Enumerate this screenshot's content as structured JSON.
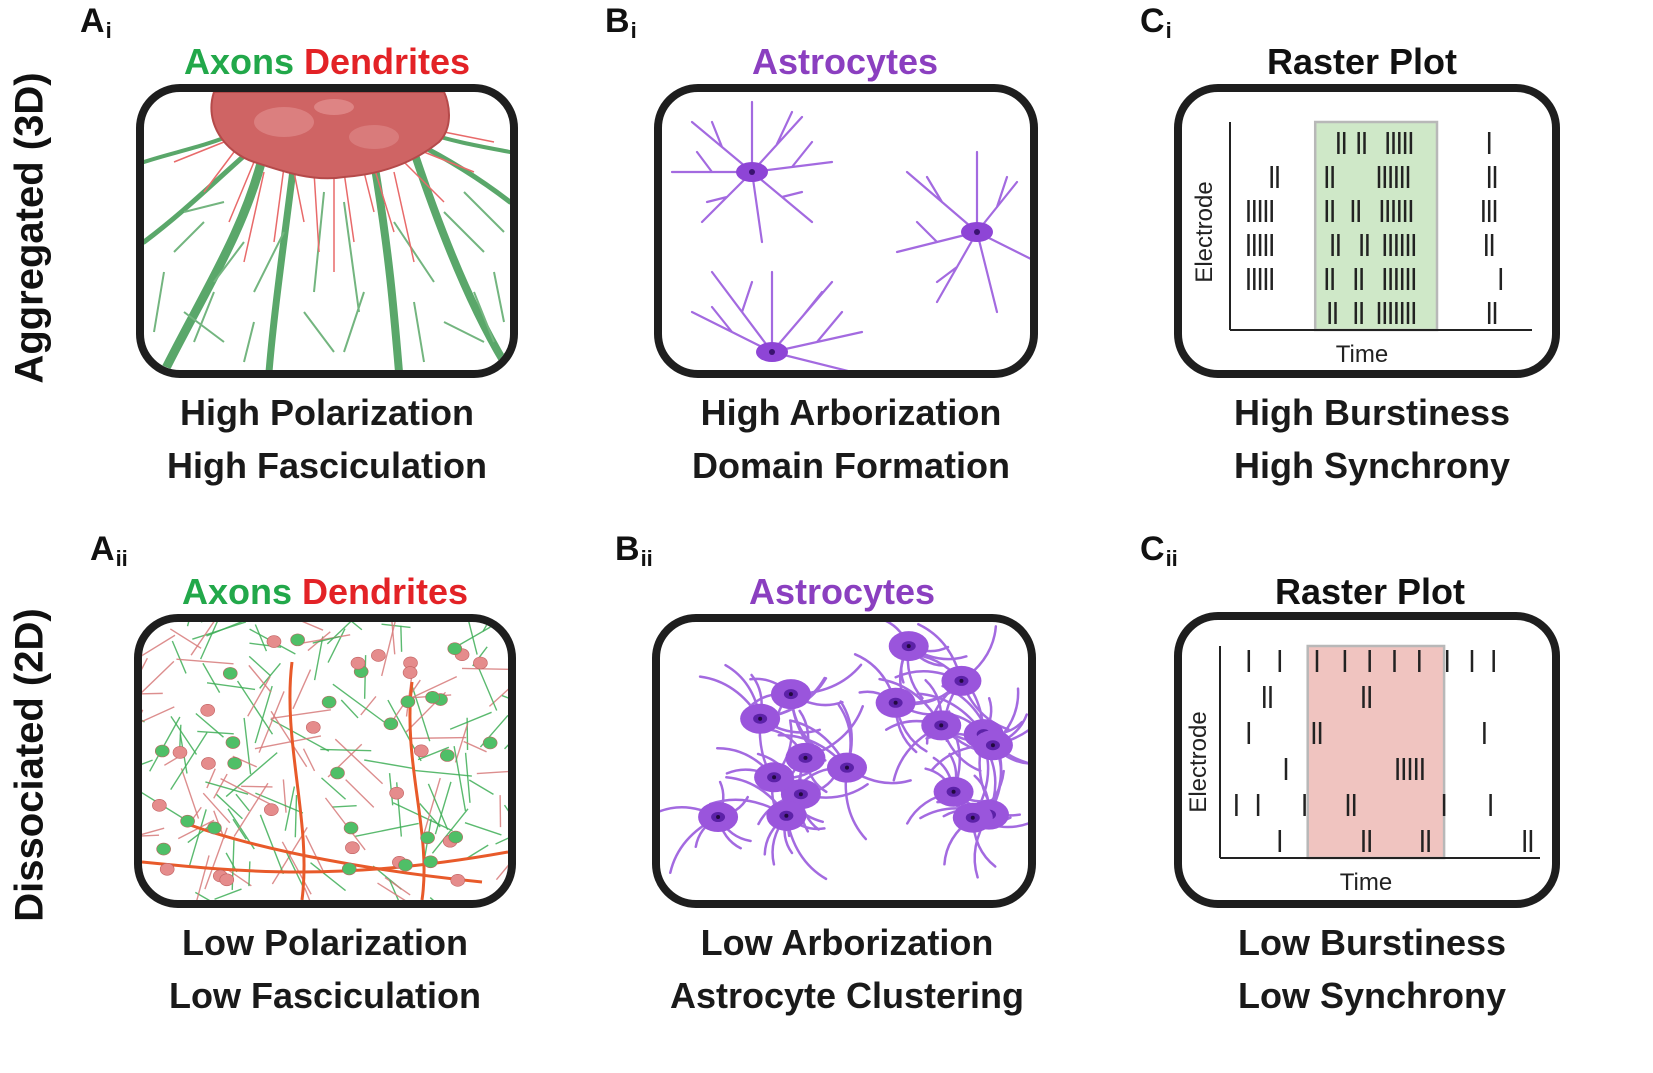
{
  "rows": {
    "top": "Aggregated (3D)",
    "bottom": "Dissociated (2D)"
  },
  "panels": {
    "Ai": {
      "letter": "A",
      "sub": "i",
      "title_green": "Axons",
      "title_red": "Dendrites",
      "caption1": "High Polarization",
      "caption2": "High Fasciculation"
    },
    "Bi": {
      "letter": "B",
      "sub": "i",
      "title": "Astrocytes",
      "caption1": "High Arborization",
      "caption2": "Domain Formation"
    },
    "Ci": {
      "letter": "C",
      "sub": "i",
      "title": "Raster Plot",
      "ylabel": "Electrode",
      "xlabel": "Time",
      "caption1": "High Burstiness",
      "caption2": "High Synchrony"
    },
    "Aii": {
      "letter": "A",
      "sub": "ii",
      "title_green": "Axons",
      "title_red": "Dendrites",
      "caption1": "Low Polarization",
      "caption2": "Low Fasciculation"
    },
    "Bii": {
      "letter": "B",
      "sub": "ii",
      "title": "Astrocytes",
      "caption1": "Low Arborization",
      "caption2": "Astrocyte Clustering"
    },
    "Cii": {
      "letter": "C",
      "sub": "ii",
      "title": "Raster Plot",
      "ylabel": "Electrode",
      "xlabel": "Time",
      "caption1": "Low Burstiness",
      "caption2": "Low Synchrony"
    }
  },
  "colors": {
    "axons": "#22a84a",
    "dendrites": "#e32226",
    "astrocytes": "#8b3fc0",
    "burst_highlight_sync": "#cfe8c8",
    "burst_highlight_async": "#f0c4c0"
  },
  "chart_data": [
    {
      "type": "raster",
      "xlabel": "Time",
      "ylabel": "Electrode",
      "highlight": {
        "x0": 0.28,
        "x1": 0.7,
        "color": "#cfe8c8"
      },
      "electrodes": [
        [
          0.36,
          0.38,
          0.43,
          0.45,
          0.53,
          0.55,
          0.57,
          0.59,
          0.61,
          0.88
        ],
        [
          0.13,
          0.15,
          0.32,
          0.34,
          0.5,
          0.52,
          0.54,
          0.56,
          0.58,
          0.6,
          0.88,
          0.9
        ],
        [
          0.05,
          0.07,
          0.09,
          0.11,
          0.13,
          0.32,
          0.34,
          0.41,
          0.43,
          0.51,
          0.53,
          0.55,
          0.57,
          0.59,
          0.61,
          0.86,
          0.88,
          0.9
        ],
        [
          0.05,
          0.07,
          0.09,
          0.11,
          0.13,
          0.34,
          0.36,
          0.44,
          0.46,
          0.52,
          0.54,
          0.56,
          0.58,
          0.6,
          0.62,
          0.87,
          0.89
        ],
        [
          0.05,
          0.07,
          0.09,
          0.11,
          0.13,
          0.32,
          0.34,
          0.42,
          0.44,
          0.52,
          0.54,
          0.56,
          0.58,
          0.6,
          0.62,
          0.92
        ],
        [
          0.33,
          0.35,
          0.42,
          0.44,
          0.5,
          0.52,
          0.54,
          0.56,
          0.58,
          0.6,
          0.62,
          0.88,
          0.9
        ]
      ]
    },
    {
      "type": "raster",
      "xlabel": "Time",
      "ylabel": "Electrode",
      "highlight": {
        "x0": 0.27,
        "x1": 0.71,
        "color": "#f0c4c0"
      },
      "electrodes": [
        [
          0.08,
          0.18,
          0.3,
          0.39,
          0.47,
          0.55,
          0.63,
          0.72,
          0.8,
          0.87
        ],
        [
          0.13,
          0.15,
          0.45,
          0.47
        ],
        [
          0.08,
          0.29,
          0.31,
          0.84
        ],
        [
          0.2,
          0.56,
          0.58,
          0.6,
          0.62,
          0.64
        ],
        [
          0.04,
          0.11,
          0.26,
          0.4,
          0.42,
          0.71,
          0.86
        ],
        [
          0.18,
          0.45,
          0.47,
          0.64,
          0.66,
          0.97,
          0.99
        ]
      ]
    }
  ]
}
